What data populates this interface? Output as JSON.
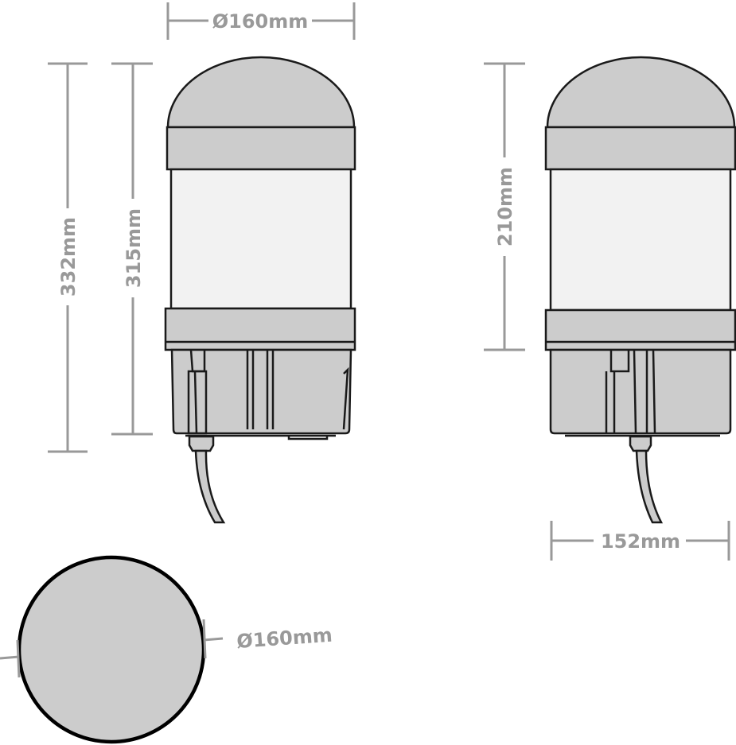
{
  "dimensions": {
    "top_diameter": "Ø160mm",
    "overall_height": "332mm",
    "body_height": "315mm",
    "side_height": "210mm",
    "side_width": "152mm",
    "plan_diameter": "Ø160mm"
  },
  "colors": {
    "body": "#cccccc",
    "diffuser": "#f2f2f2",
    "outline": "#1a1a1a",
    "dimension": "#999999"
  }
}
